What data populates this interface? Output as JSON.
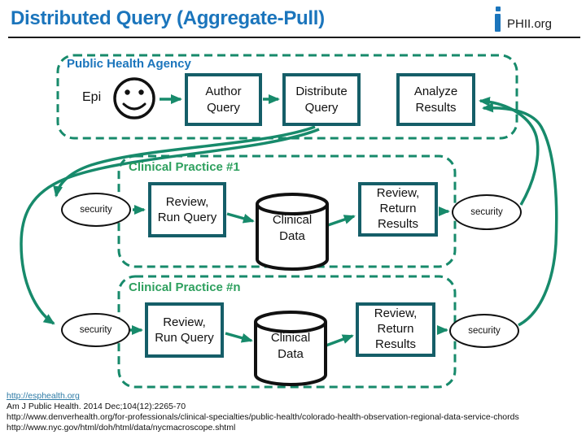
{
  "colors": {
    "blue": "#1B75BC",
    "teal": "#178A6B",
    "green": "#2EA05E",
    "border": "#155E68",
    "link": "#2E7BA6"
  },
  "header": {
    "title": "Distributed Query (Aggregate-Pull)",
    "brand": "PHII.org"
  },
  "sections": {
    "public_health_agency": "Public Health Agency",
    "clinical_practice_1": "Clinical Practice #1",
    "clinical_practice_n": "Clinical Practice #n"
  },
  "nodes": {
    "epi": "Epi",
    "author_query": "Author\nQuery",
    "distribute_query": "Distribute\nQuery",
    "analyze_results": "Analyze\nResults",
    "review_run_query": "Review,\nRun Query",
    "clinical_data": "Clinical\nData",
    "review_return_results": "Review,\nReturn\nResults",
    "security": "security"
  },
  "footer": {
    "link": "http://esphealth.org",
    "citation": "Am J Public Health. 2014 Dec;104(12):2265-70",
    "url_denver": "http://www.denverhealth.org/for-professionals/clinical-specialties/public-health/colorado-health-observation-regional-data-service-chords",
    "url_nyc": "http://www.nyc.gov/html/doh/html/data/nycmacroscope.shtml"
  }
}
